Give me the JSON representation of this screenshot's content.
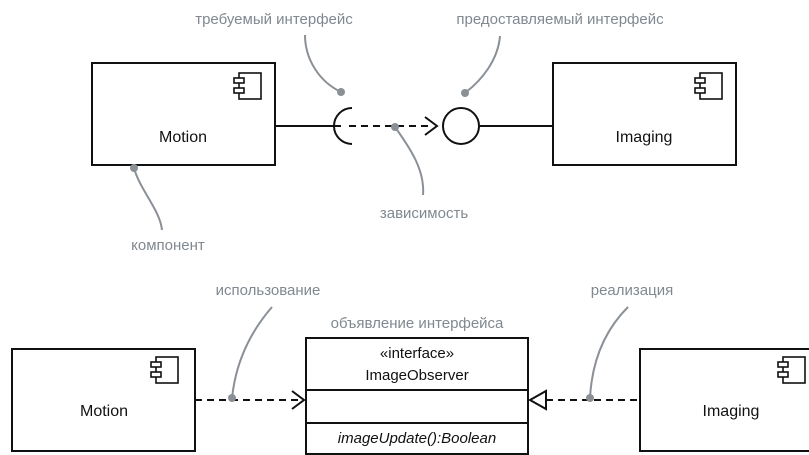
{
  "top": {
    "left_component": {
      "name": "Motion"
    },
    "right_component": {
      "name": "Imaging"
    }
  },
  "bottom": {
    "left_component": {
      "name": "Motion"
    },
    "right_component": {
      "name": "Imaging"
    },
    "interface": {
      "stereotype": "«interface»",
      "name": "ImageObserver",
      "operation": "imageUpdate():Boolean"
    }
  },
  "notes": {
    "required_interface": "требуемый интерфейс",
    "provided_interface": "предоставляемый интерфейс",
    "dependency": "зависимость",
    "component": "компонент",
    "usage": "использование",
    "interface_declaration": "объявление интерфейса",
    "realization": "реализация"
  },
  "colors": {
    "line": "#111111",
    "annotation": "#8a9096"
  },
  "icons": [
    "component-icon"
  ]
}
